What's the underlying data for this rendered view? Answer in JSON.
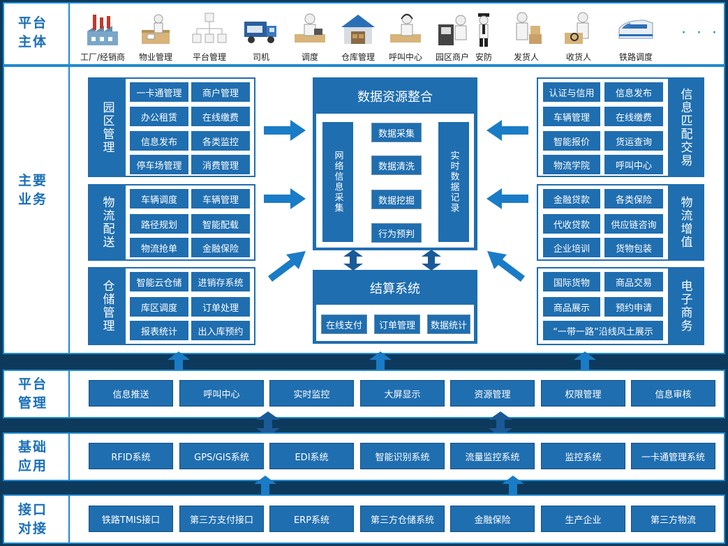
{
  "platform_subjects": {
    "label": [
      "平台",
      "主体"
    ],
    "entities": [
      {
        "label": "工厂/经销商",
        "icon": "factory-icon"
      },
      {
        "label": "物业管理",
        "icon": "property-management-icon"
      },
      {
        "label": "平台管理",
        "icon": "org-chart-icon"
      },
      {
        "label": "司机",
        "icon": "truck-icon"
      },
      {
        "label": "调度",
        "icon": "dispatcher-icon"
      },
      {
        "label": "仓库管理",
        "icon": "warehouse-icon"
      },
      {
        "label": "呼叫中心",
        "icon": "call-center-icon"
      },
      {
        "label": "园区商户",
        "icon": "merchant-icon"
      },
      {
        "label": "安防",
        "icon": "security-guard-icon"
      },
      {
        "label": "发货人",
        "icon": "shipper-icon"
      },
      {
        "label": "收货人",
        "icon": "receiver-icon"
      },
      {
        "label": "铁路调度",
        "icon": "train-icon"
      }
    ],
    "more": "· · ·"
  },
  "main_business": {
    "label": [
      "主要",
      "业务"
    ],
    "park_management": {
      "title": "园区管理",
      "items": [
        "一卡通管理",
        "商户管理",
        "办公租赁",
        "在线缴费",
        "信息发布",
        "各类监控",
        "停车场管理",
        "消费管理"
      ]
    },
    "logistics_distribution": {
      "title": "物流配送",
      "items": [
        "车辆调度",
        "车辆管理",
        "路径规划",
        "智能配载",
        "物流抢单",
        "金融保险"
      ]
    },
    "warehouse_management": {
      "title": "仓储管理",
      "items": [
        "智能云仓储",
        "进销存系统",
        "库区调度",
        "订单处理",
        "报表统计",
        "出入库预约"
      ]
    },
    "data_integration": {
      "title": "数据资源整合",
      "left_vertical": "网络信息采集",
      "right_vertical": "实时数据记录",
      "steps": [
        "数据采集",
        "数据清洗",
        "数据挖掘",
        "行为预判"
      ]
    },
    "settlement": {
      "title": "结算系统",
      "items": [
        "在线支付",
        "订单管理",
        "数据统计"
      ]
    },
    "info_matching": {
      "title": "信息匹配交易",
      "items": [
        "认证与信用",
        "信息发布",
        "车辆管理",
        "在线缴费",
        "智能报价",
        "货运查询",
        "物流学院",
        "呼叫中心"
      ]
    },
    "logistics_value_added": {
      "title": "物流增值",
      "items": [
        "金融贷款",
        "各类保险",
        "代收贷款",
        "供应链咨询",
        "企业培训",
        "货物包装"
      ]
    },
    "ecommerce": {
      "title": "电子商务",
      "items": [
        "国际货物",
        "商品交易",
        "商品展示",
        "预约申请"
      ],
      "wide_item": "“一带一路”沿线风土展示"
    }
  },
  "platform_management": {
    "label": [
      "平台",
      "管理"
    ],
    "items": [
      "信息推送",
      "呼叫中心",
      "实时监控",
      "大屏显示",
      "资源管理",
      "权限管理",
      "信息审核"
    ]
  },
  "basic_applications": {
    "label": [
      "基础",
      "应用"
    ],
    "items": [
      "RFID系统",
      "GPS/GIS系统",
      "EDI系统",
      "智能识别系统",
      "流量监控系统",
      "监控系统",
      "一卡通管理系统"
    ]
  },
  "interfaces": {
    "label": [
      "接口",
      "对接"
    ],
    "items": [
      "铁路TMIS接口",
      "第三方支付接口",
      "ERP系统",
      "第三方仓储系统",
      "金融保险",
      "生产企业",
      "第三方物流"
    ]
  },
  "colors": {
    "primary_blue": "#1f6eb0",
    "border_blue": "#1f8ad0",
    "label_blue": "#1a6fb8",
    "background_navy": "#0d3a5c",
    "arrow_blue": "#1a7cc6"
  }
}
